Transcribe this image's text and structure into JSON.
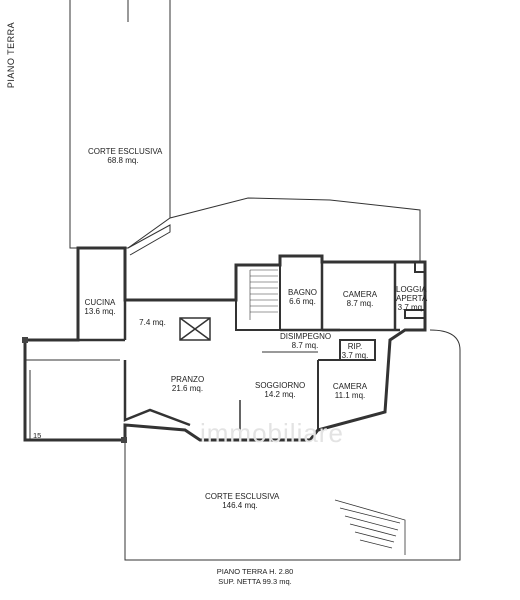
{
  "page": {
    "title": "PIANO TERRA"
  },
  "rooms": [
    {
      "name": "CORTE ESCLUSIVA",
      "area": "68.8 mq."
    },
    {
      "name": "CUCINA",
      "area": "13.6 mq."
    },
    {
      "name": "",
      "area": "7.4 mq."
    },
    {
      "name": "BAGNO",
      "area": "6.6 mq."
    },
    {
      "name": "CAMERA",
      "area": "8.7 mq."
    },
    {
      "name": "LOGGIA APERTA",
      "area": "3.7 mq."
    },
    {
      "name": "DISIMPEGNO",
      "area": "8.7 mq."
    },
    {
      "name": "RIP.",
      "area": "3.7 mq."
    },
    {
      "name": "PRANZO",
      "area": "21.6 mq."
    },
    {
      "name": "SOGGIORNO",
      "area": "14.2 mq."
    },
    {
      "name": "CAMERA",
      "area": "11.1 mq."
    },
    {
      "name": "CORTE ESCLUSIVA",
      "area": "146.4 mq."
    }
  ],
  "labels": {
    "number": "15"
  },
  "footer": {
    "line1": "PIANO TERRA H. 2.80",
    "line2": "SUP. NETTA 99.3 mq."
  },
  "watermark": "immobiliare",
  "colors": {
    "line": "#333333",
    "fill": "#ffffff"
  }
}
